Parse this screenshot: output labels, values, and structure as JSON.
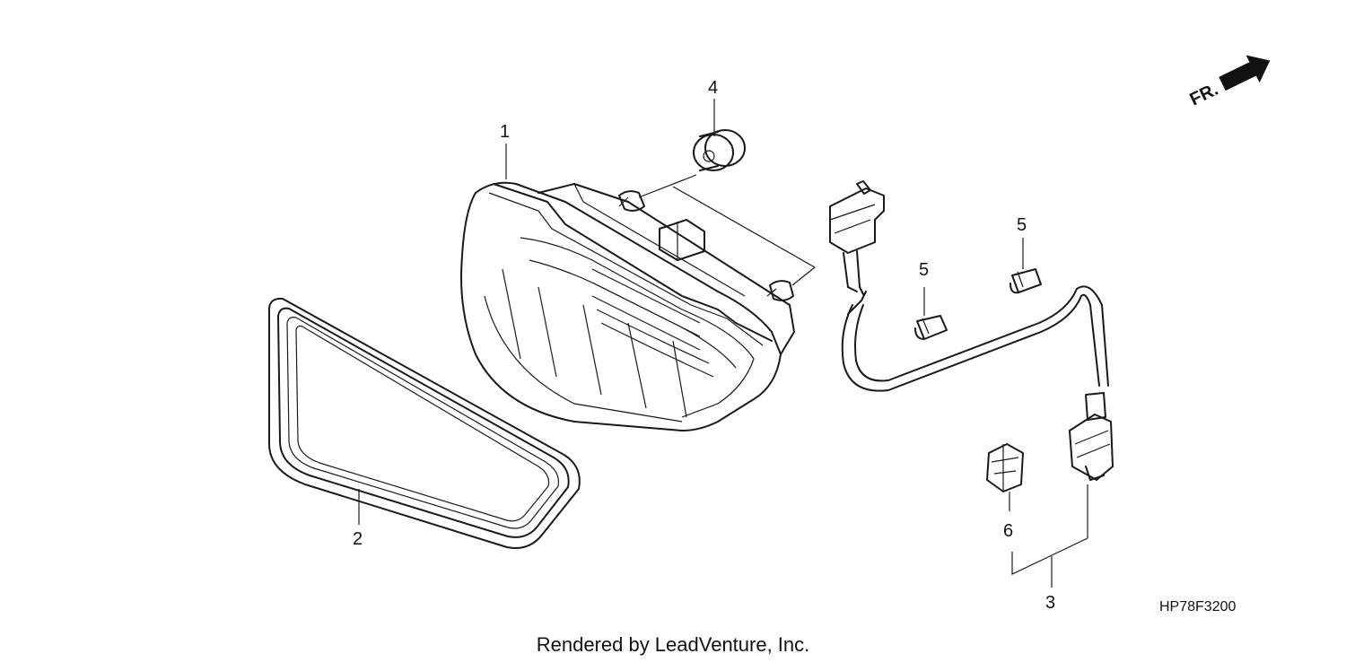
{
  "callouts": {
    "part1": "1",
    "part2": "2",
    "part3": "3",
    "part4": "4",
    "part5a": "5",
    "part5b": "5",
    "part6": "6"
  },
  "direction_label": "FR.",
  "diagram_code": "HP78F3200",
  "footer": "Rendered by LeadVenture, Inc."
}
